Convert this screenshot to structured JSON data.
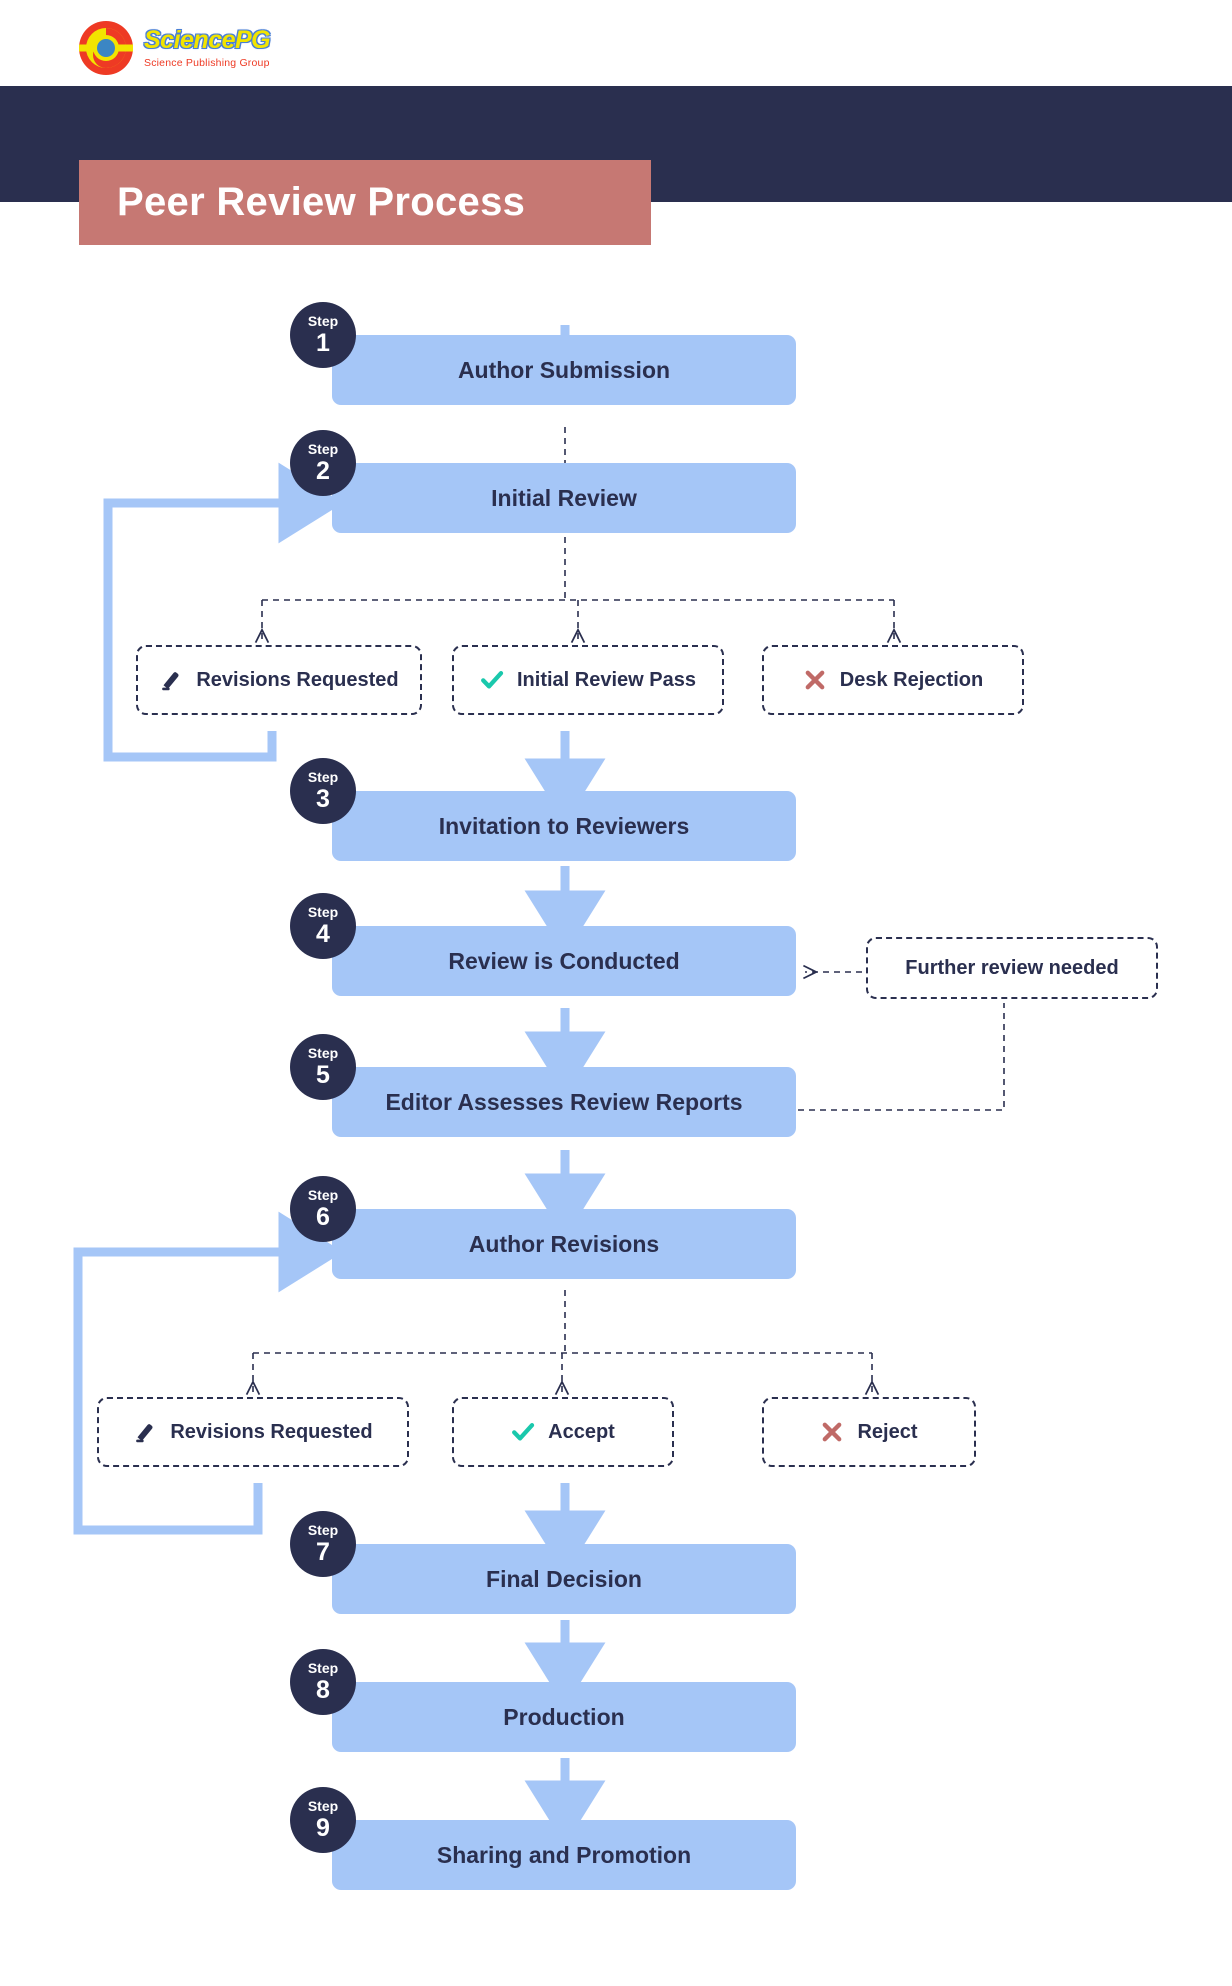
{
  "brand": {
    "logo_icon": "sciencepg-circle-logo",
    "name": "SciencePG",
    "tagline": "Science Publishing Group"
  },
  "header": {
    "title": "Peer Review Process",
    "band_color": "#2a2f4f",
    "plate_color": "#c67873"
  },
  "colors": {
    "step_box": "#a5c6f7",
    "badge": "#2a2f4f",
    "text": "#2a2f4f",
    "arrow": "#a5c6f7",
    "accept": "#1ac8ac",
    "reject": "#c06a67",
    "dashed": "#2a2f4f"
  },
  "steps": [
    {
      "badge_label": "Step",
      "number": "1",
      "title": "Author Submission"
    },
    {
      "badge_label": "Step",
      "number": "2",
      "title": "Initial Review"
    },
    {
      "badge_label": "Step",
      "number": "3",
      "title": "Invitation to Reviewers"
    },
    {
      "badge_label": "Step",
      "number": "4",
      "title": "Review is Conducted"
    },
    {
      "badge_label": "Step",
      "number": "5",
      "title": "Editor Assesses Review Reports"
    },
    {
      "badge_label": "Step",
      "number": "6",
      "title": "Author Revisions"
    },
    {
      "badge_label": "Step",
      "number": "7",
      "title": "Final Decision"
    },
    {
      "badge_label": "Step",
      "number": "8",
      "title": "Production"
    },
    {
      "badge_label": "Step",
      "number": "9",
      "title": "Sharing and Promotion"
    }
  ],
  "decisions_initial": [
    {
      "icon": "pencil-icon",
      "label": "Revisions Requested"
    },
    {
      "icon": "check-icon",
      "label": "Initial Review Pass"
    },
    {
      "icon": "cross-icon",
      "label": "Desk Rejection"
    }
  ],
  "decisions_revision": [
    {
      "icon": "pencil-icon",
      "label": "Revisions Requested"
    },
    {
      "icon": "check-icon",
      "label": "Accept"
    },
    {
      "icon": "cross-icon",
      "label": "Reject"
    }
  ],
  "notes": [
    {
      "label": "Further review needed"
    }
  ]
}
